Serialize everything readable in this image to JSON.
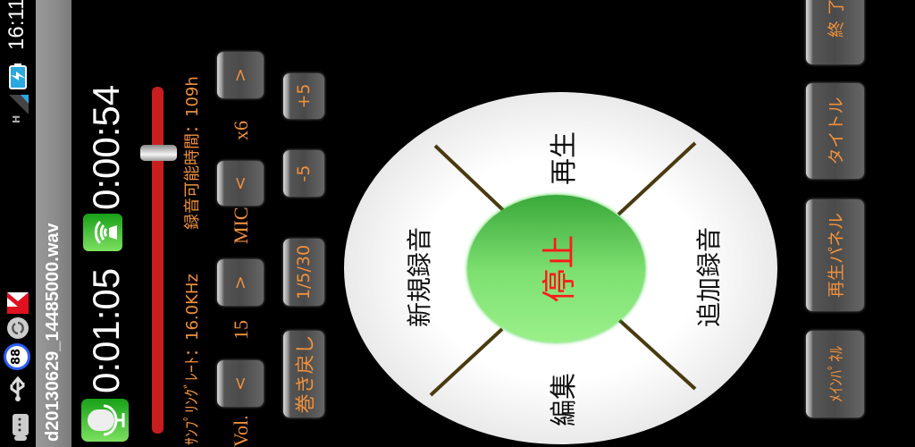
{
  "status_bar": {
    "notification_badge": "88",
    "network": "H",
    "time": "16:11",
    "icons": [
      "android-debug-icon",
      "usb-icon",
      "badge-88-icon",
      "sync-icon",
      "app-k-icon",
      "signal-icon",
      "battery-charging-icon"
    ]
  },
  "title_bar": {
    "filename": "d20130629_14485000.wav"
  },
  "times": {
    "record_time": "0:01:05",
    "play_time": "0:00:54"
  },
  "playback_slider": {
    "position_fraction": 0.81
  },
  "info": {
    "sampling_rate": "ｻﾝﾌﾟﾘﾝｸﾞﾚｰﾄ：16.0KHz",
    "available_time": "録音可能時間：109h"
  },
  "controls": {
    "vol_label": "Vol.",
    "vol_value": "15",
    "mic_label": "MIC",
    "mic_value": "x6",
    "dec": "<",
    "inc": ">"
  },
  "seek_buttons": {
    "rewind": "巻き戻し",
    "step": "1/5/30",
    "minus5": "-5",
    "plus5": "+5"
  },
  "dial": {
    "center": "停止",
    "top": "新規録音",
    "right": "再生",
    "left": "編集",
    "bottom": "追加録音"
  },
  "panel_buttons": {
    "main_panel": "ﾒｲﾝﾊﾟﾈﾙ",
    "play_panel": "再生パネル",
    "title": "タイトル",
    "exit": "終 了"
  },
  "colors": {
    "accent_orange": "#f0903c",
    "stop_red": "#ff1a1a",
    "green": "#5ed45a",
    "slider_red": "#c81e1e"
  }
}
